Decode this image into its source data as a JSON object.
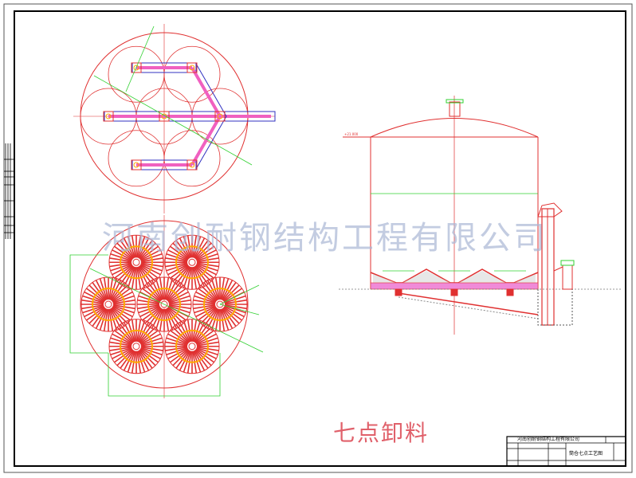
{
  "drawing": {
    "title": "七点卸料",
    "watermark": "河南创耐钢结构工程有限公司",
    "title_block": {
      "company": "河南创耐钢结构工程有限公司",
      "drawing_name": "筒仓七点工艺图"
    },
    "views": [
      "plan-conveyor-layout",
      "plan-discharge-points",
      "silo-elevation-section"
    ],
    "colors": {
      "frame": "#000000",
      "structure": "#e03030",
      "dimension": "#30d030",
      "conveyor": "#3030c0",
      "belt": "#f060c0",
      "ring": "#ffaa00",
      "watermark": "#b4bed7"
    }
  }
}
